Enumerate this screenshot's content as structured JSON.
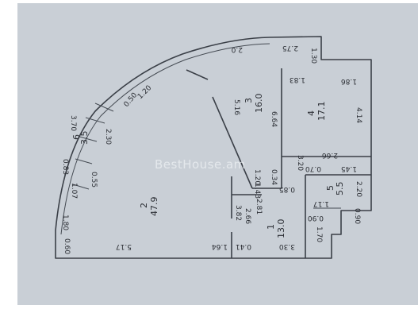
{
  "watermark": "BestHouse.am",
  "rooms": [
    {
      "id": "1",
      "area": "13.0"
    },
    {
      "id": "2",
      "area": "47.9"
    },
    {
      "id": "3",
      "area": "16.0"
    },
    {
      "id": "4",
      "area": "17.1"
    },
    {
      "id": "5",
      "area": "5.5"
    },
    {
      "id": "6",
      "area": "3.5"
    }
  ],
  "dimensions": [
    "2.0",
    "2.75",
    "1.30",
    "1.83",
    "1.86",
    "5.16",
    "6.64",
    "4.14",
    "1.20",
    "3.70",
    "0.50",
    "2.30",
    "0.55",
    "0.83",
    "1.07",
    "1.80",
    "0.60",
    "5.17",
    "1.64",
    "0.41",
    "3.30",
    "3.82",
    "2.66",
    "2.81",
    "1.70",
    "0.90",
    "1.17",
    "0.90",
    "2.20",
    "1.45",
    "0.70",
    "3.20",
    "2.66",
    "1.20",
    "0.34",
    "1.43",
    "0.85"
  ]
}
